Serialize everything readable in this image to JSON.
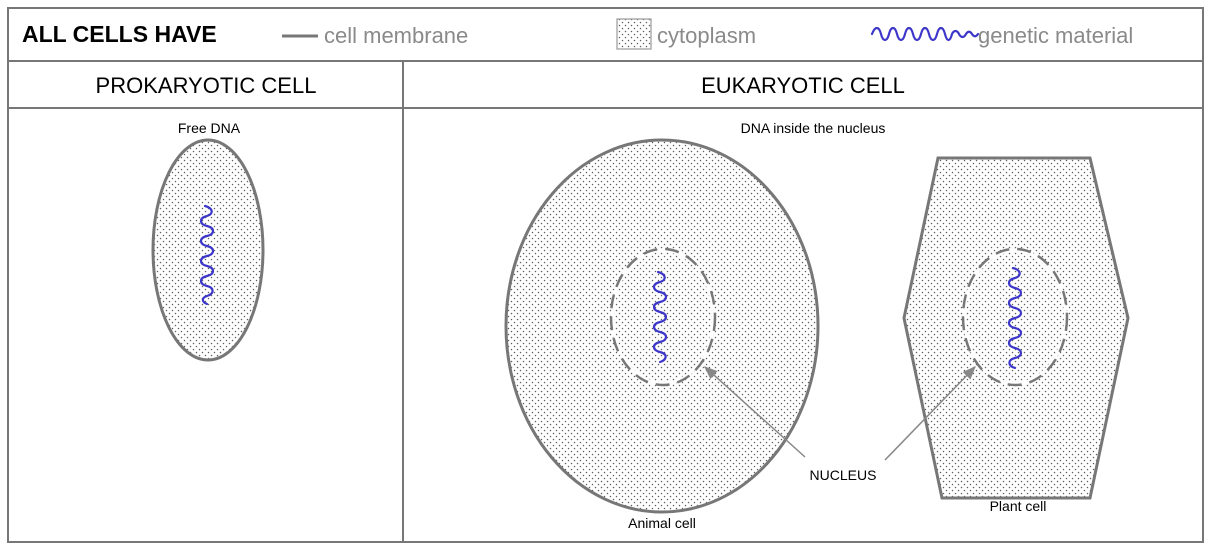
{
  "header": {
    "title": "ALL CELLS HAVE",
    "legend": [
      {
        "icon": "membrane-line-icon",
        "label": "cell membrane"
      },
      {
        "icon": "cytoplasm-swatch-icon",
        "label": "cytoplasm"
      },
      {
        "icon": "dna-squiggle-icon",
        "label": "genetic material"
      }
    ]
  },
  "columns": [
    {
      "title": "PROKARYOTIC CELL",
      "caption": "Free DNA"
    },
    {
      "title": "EUKARYOTIC CELL",
      "caption": "DNA inside the nucleus"
    }
  ],
  "labels": {
    "nucleus": "NUCLEUS",
    "animal_cell": "Animal cell",
    "plant_cell": "Plant cell"
  },
  "colors": {
    "membrane": "#777777",
    "dna": "#3d37c9",
    "legend_text": "#8a8a8a"
  }
}
